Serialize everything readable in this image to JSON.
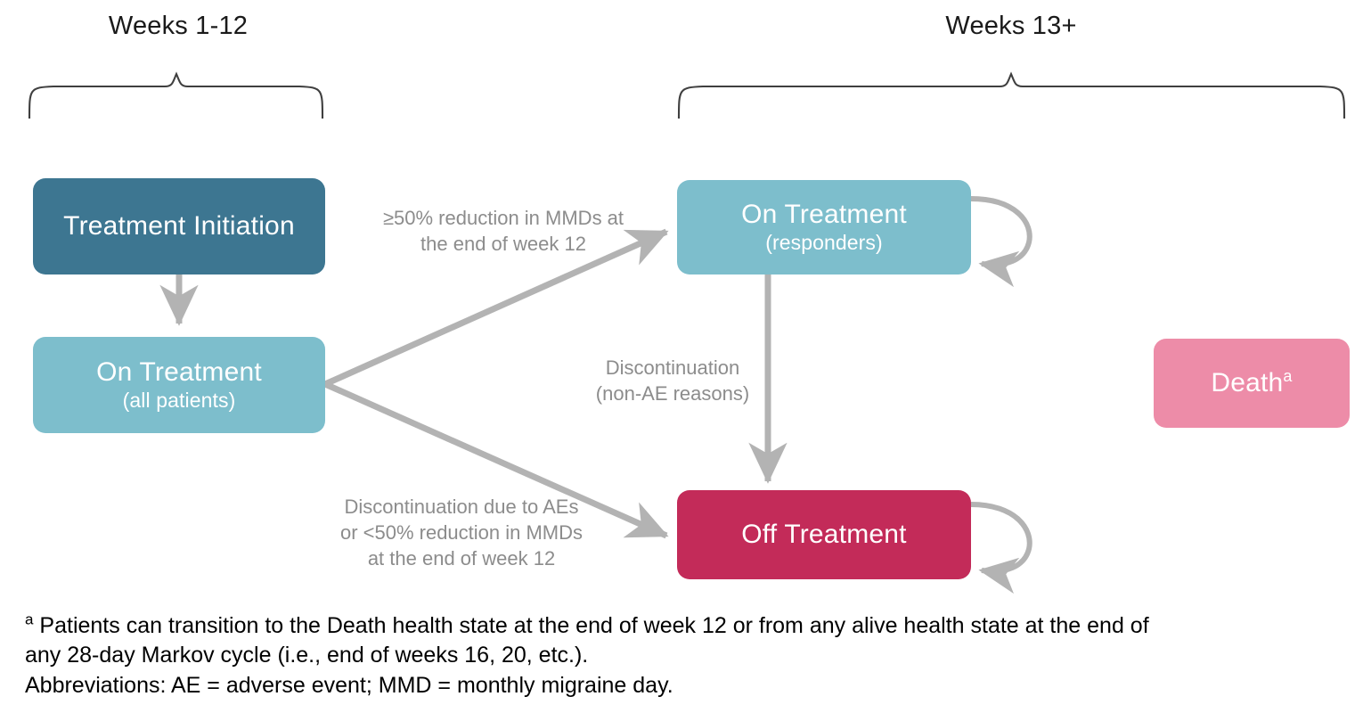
{
  "phases": {
    "left": "Weeks 1-12",
    "right": "Weeks 13+"
  },
  "nodes": {
    "treatment_initiation": {
      "title": "Treatment Initiation",
      "sub": "",
      "color": "#3D7691"
    },
    "on_treatment_all": {
      "title": "On Treatment",
      "sub": "(all patients)",
      "color": "#7DBECC"
    },
    "on_treatment_resp": {
      "title": "On Treatment",
      "sub": "(responders)",
      "color": "#7DBECC"
    },
    "off_treatment": {
      "title": "Off Treatment",
      "sub": "",
      "color": "#C32B59"
    },
    "death": {
      "title": "Death",
      "sup": "a",
      "color": "#ED8CA8"
    }
  },
  "edges": {
    "responder_label": "≥50% reduction in MMDs at\nthe end of week 12",
    "discontinuation_label": "Discontinuation\n(non-AE reasons)",
    "off_treatment_label": "Discontinuation due to AEs\nor <50% reduction in MMDs\nat the end of week 12",
    "arrow_color": "#B3B3B3"
  },
  "footnote": {
    "marker": "a",
    "line1": " Patients can transition to the Death health state at the end of week 12 or from any alive health state at the end of",
    "line2": "any 28-day Markov cycle (i.e., end of weeks 16, 20, etc.).",
    "line3": "Abbreviations: AE = adverse event; MMD = monthly migraine day."
  }
}
